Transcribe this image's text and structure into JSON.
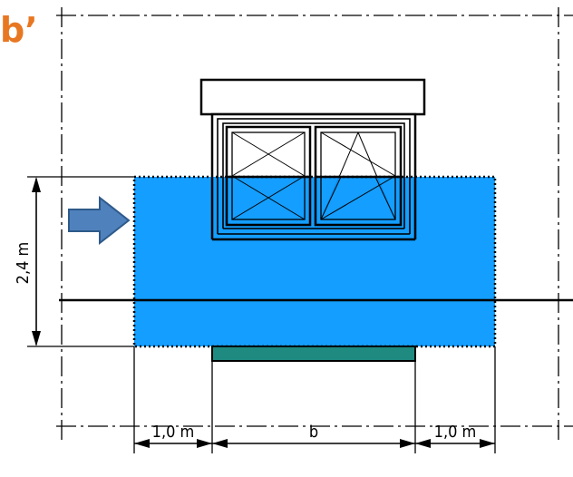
{
  "title_fragment": "b’",
  "dimensions": {
    "height_label": "2,4 m",
    "left_width_label": "1,0 m",
    "middle_width_label": "b",
    "right_width_label": "1,0 m"
  },
  "colors": {
    "zone_fill": "#0096ff",
    "arrow_fill": "#4f81bd",
    "sill_fill": "#1f8a80",
    "title_color": "#e87722"
  },
  "icons": {
    "arrow": "right-arrow-icon"
  }
}
